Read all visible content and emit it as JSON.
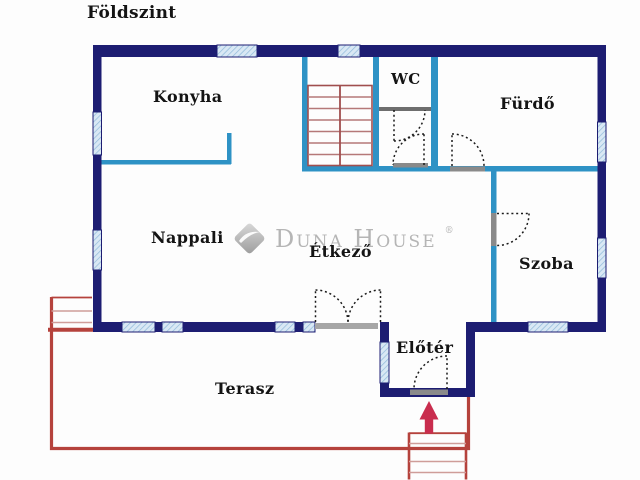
{
  "title": "Földszint",
  "rooms": {
    "konyha": "Konyha",
    "wc": "WC",
    "furdo": "Fürdő",
    "nappali": "Nappali",
    "etkezo": "Étkező",
    "szoba": "Szoba",
    "eloter": "Előtér",
    "terasz": "Terasz"
  },
  "watermark": {
    "brand": "Duna House",
    "registered": "®"
  },
  "colors": {
    "navy": "#1d1d72",
    "teal": "#2e92c5",
    "win_fill": "#d9e8f4",
    "win_stripe": "#8fb9da",
    "sill": "#8a8a8a",
    "sill_dark": "#6e6e6e",
    "stair_red": "#b57878",
    "stair_dark": "#a04e4e",
    "terrace_red": "#b5423c",
    "step_light": "#cf9d99",
    "arrow_red": "#c92d4e",
    "ink": "#141414",
    "watermark_gray": "#b5b5b5",
    "door_dot": "#1a1a1a"
  }
}
